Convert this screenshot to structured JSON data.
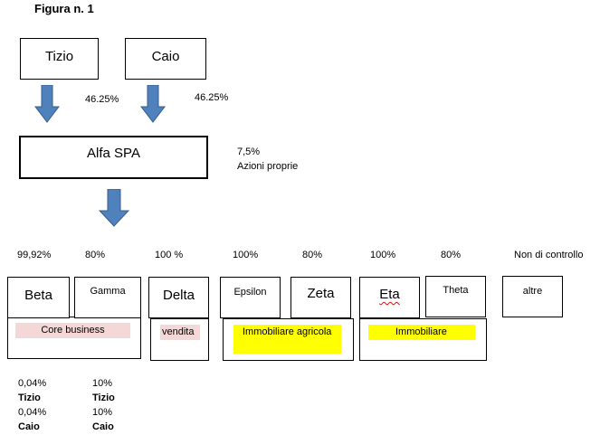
{
  "figure": {
    "title": "Figura n. 1"
  },
  "shareholders": {
    "tizio": {
      "name": "Tizio",
      "percent": "46.25%"
    },
    "caio": {
      "name": "Caio",
      "percent": "46.25%"
    }
  },
  "parent": {
    "name": "Alfa SPA",
    "own_shares_percent": "7,5%",
    "own_shares_label": "Azioni proprie"
  },
  "subsidiaries": [
    {
      "name": "Beta",
      "percent": "99,92%"
    },
    {
      "name": "Gamma",
      "percent": "80%"
    },
    {
      "name": "Delta",
      "percent": "100 %"
    },
    {
      "name": "Epsilon",
      "percent": "100%"
    },
    {
      "name": "Zeta",
      "percent": "80%"
    },
    {
      "name": "Eta",
      "percent": "100%"
    },
    {
      "name": "Theta",
      "percent": "80%"
    },
    {
      "name": "altre",
      "percent": "Non di controllo"
    }
  ],
  "businesses": [
    {
      "label": "Core business",
      "color": "#f4d7d7"
    },
    {
      "label": "vendita",
      "color": "#f4d7d7"
    },
    {
      "label": "Immobiliare agricola",
      "color": "#ffff00"
    },
    {
      "label": "Immobiliare",
      "color": "#ffff00"
    }
  ],
  "minority_stakes": [
    {
      "percent": "0,04%",
      "holder": "Tizio"
    },
    {
      "percent": "0,04%",
      "holder": "Caio"
    },
    {
      "percent": "10%",
      "holder": "Tizio"
    },
    {
      "percent": "10%",
      "holder": "Caio"
    }
  ],
  "colors": {
    "arrow_fill": "#4f81bd",
    "arrow_stroke": "#385d8a"
  }
}
